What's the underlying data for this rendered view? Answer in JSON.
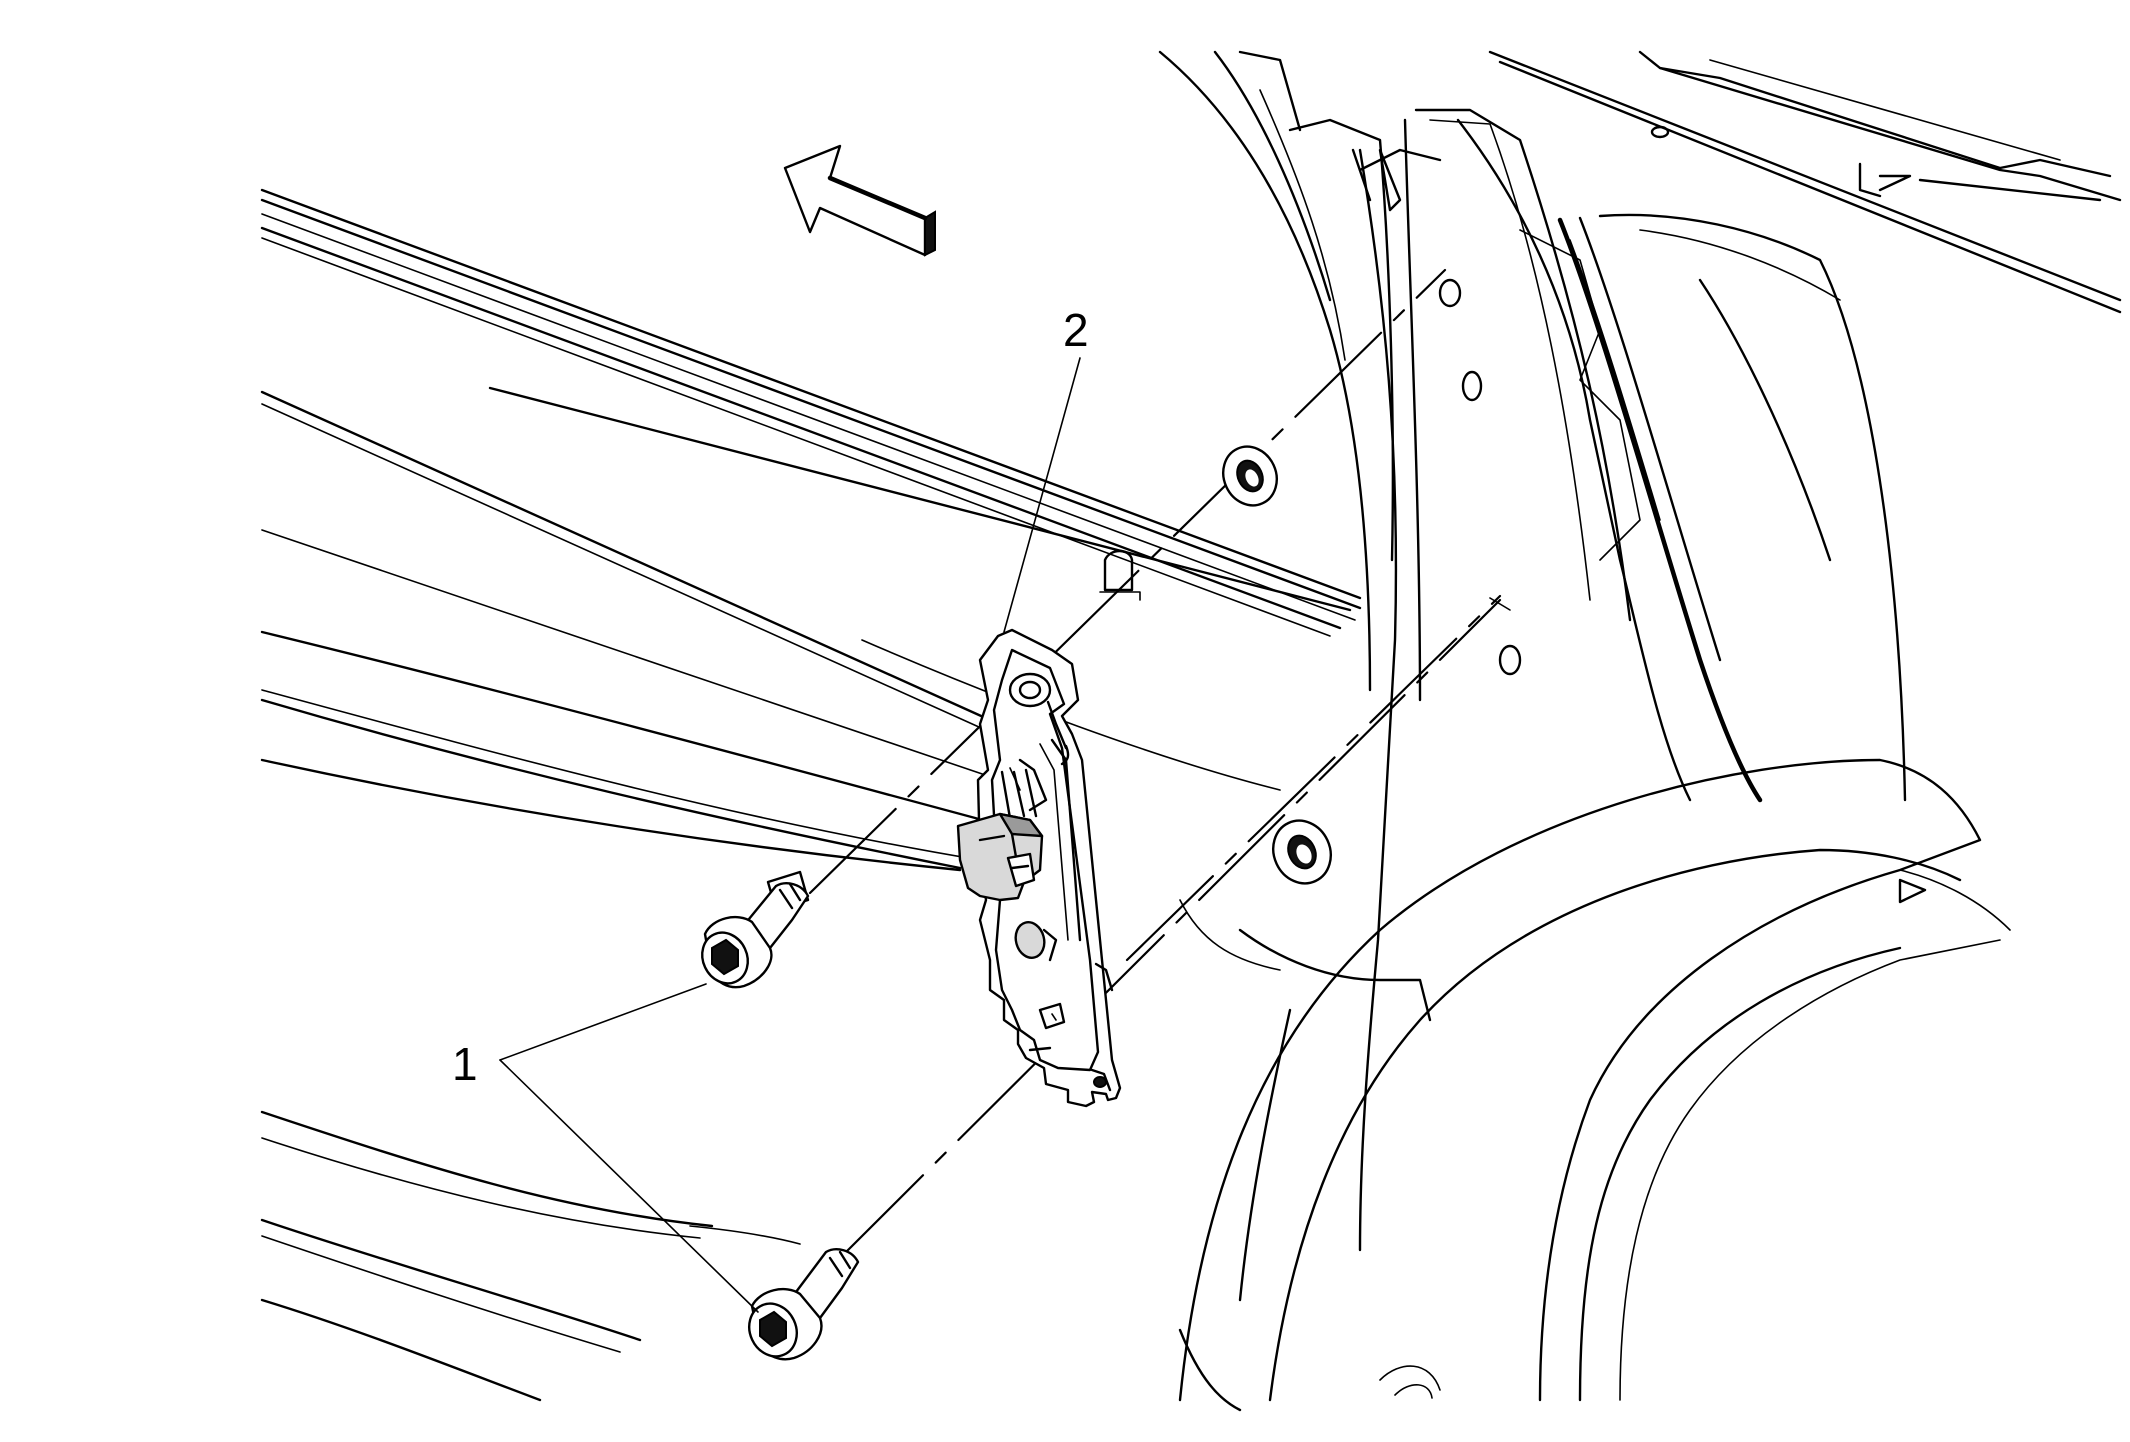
{
  "figure": {
    "callouts": [
      {
        "id": "bolts",
        "label": "1"
      },
      {
        "id": "bracket",
        "label": "2"
      }
    ],
    "icons": {
      "direction_arrow": "forward-direction-arrow-icon"
    }
  }
}
